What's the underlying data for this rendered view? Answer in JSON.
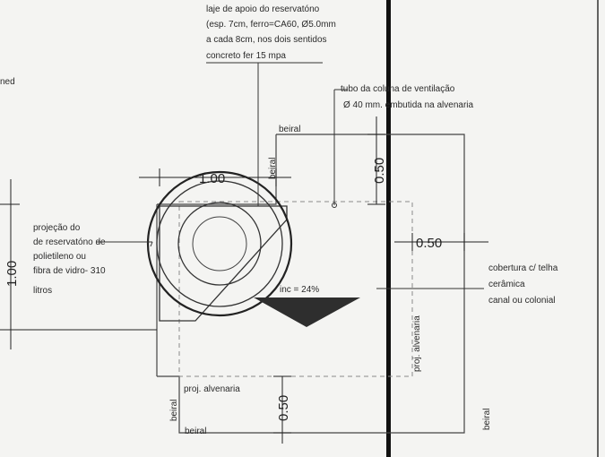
{
  "drawing": {
    "laje_note": [
      "laje de apoio do reservatóno",
      "(esp. 7cm, ferro=CA60, Ø5.0mm",
      "a cada 8cm, nos dois sentidos",
      "concreto fer 15 mpa"
    ],
    "vent_note": [
      "tubo da coluna de ventilação",
      "Ø 40 mm. embutida na alvenaria"
    ],
    "tank_note": [
      "projeção do",
      "de reservatóno de",
      "polietileno ou",
      "fibra de vidro- 310",
      "litros"
    ],
    "cover_note": [
      "cobertura c/ telha",
      "cerâmica",
      "canal ou colonial"
    ],
    "edge_fragment": "ned",
    "labels": {
      "beiral_top": "beiral",
      "beiral_left_vertical": "beiral",
      "beiral_bottom_left_vertical": "beiral",
      "beiral_bottom": "beiral",
      "beiral_right_vertical": "beiral",
      "proj_alvenaria_horizontal": "proj. alvenaria",
      "proj_alvenaria_vertical": "proj. alvenaria",
      "slope": "inc = 24%"
    },
    "dims": {
      "tank_width": "1.00",
      "tank_height": "1.00",
      "eave_top": "0.50",
      "eave_right": "0.50",
      "eave_bottom": "0.50"
    }
  }
}
